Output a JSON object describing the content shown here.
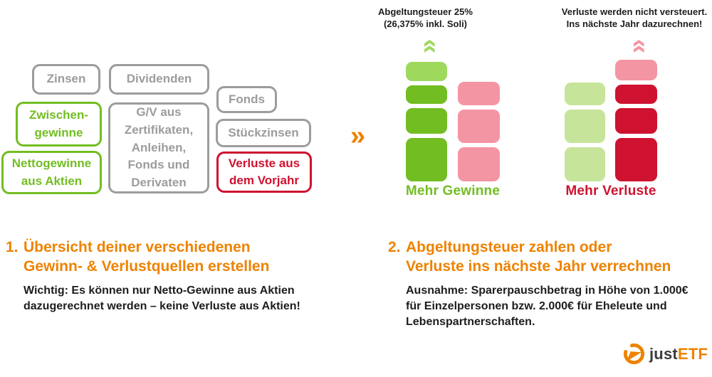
{
  "colors": {
    "orange": "#EE8200",
    "green": "#72BD22",
    "light_green": "#9ED95E",
    "pale_green": "#C7E59A",
    "pink": "#F495A4",
    "red": "#CE1230",
    "gray": "#9C9C9B",
    "dark": "#1D1D1B"
  },
  "icons": {
    "double_chevron_right": "»",
    "double_chevron_up": "»"
  },
  "sources": {
    "boxes": [
      {
        "id": "zinsen",
        "label": "Zinsen",
        "color": "gray"
      },
      {
        "id": "dividenden",
        "label": "Dividenden",
        "color": "gray"
      },
      {
        "id": "fonds",
        "label": "Fonds",
        "color": "gray"
      },
      {
        "id": "zwischengewinne",
        "label": "Zwischen-\ngewinne",
        "color": "green"
      },
      {
        "id": "gv_zertifikate",
        "label": "G/V aus\nZertifikaten,\nAnleihen,\nFonds und\nDerivaten",
        "color": "gray"
      },
      {
        "id": "stueckzinsen",
        "label": "Stückzinsen",
        "color": "gray"
      },
      {
        "id": "nettogewinne_aktien",
        "label": "Nettogewinne\naus Aktien",
        "color": "green"
      },
      {
        "id": "verluste_vorjahr",
        "label": "Verluste aus\ndem Vorjahr",
        "color": "red"
      }
    ]
  },
  "chart_data": [
    {
      "type": "bar",
      "title": "Abgeltungsteuer 25%\n(26,375% inkl. Soli)",
      "label": "Mehr Gewinne",
      "label_color": "#72BD22",
      "columns": [
        {
          "name": "Gewinne",
          "blocks": [
            {
              "h": 27,
              "color": "light_green"
            },
            {
              "h": 26,
              "color": "green"
            },
            {
              "h": 36,
              "color": "green"
            },
            {
              "h": 61,
              "color": "green"
            }
          ]
        },
        {
          "name": "Verluste",
          "blocks": [
            {
              "h": 33,
              "color": "pink"
            },
            {
              "h": 47,
              "color": "pink"
            },
            {
              "h": 48,
              "color": "pink"
            }
          ]
        }
      ]
    },
    {
      "type": "bar",
      "title": "Verluste werden nicht versteuert.\nIns nächste Jahr dazurechnen!",
      "label": "Mehr Verluste",
      "label_color": "#CE1230",
      "columns": [
        {
          "name": "Gewinne",
          "blocks": [
            {
              "h": 32,
              "color": "pale_green"
            },
            {
              "h": 47,
              "color": "pale_green"
            },
            {
              "h": 48,
              "color": "pale_green"
            }
          ]
        },
        {
          "name": "Verluste",
          "blocks": [
            {
              "h": 29,
              "color": "pink"
            },
            {
              "h": 27,
              "color": "red"
            },
            {
              "h": 36,
              "color": "red"
            },
            {
              "h": 61,
              "color": "red"
            }
          ]
        }
      ]
    }
  ],
  "steps": [
    {
      "number": "1.",
      "heading": "Übersicht deiner verschiedenen\nGewinn- & Verlustquellen erstellen",
      "body": "Wichtig: Es können nur Netto-Gewinne aus Aktien\ndazugerechnet werden – keine Verluste aus Aktien!"
    },
    {
      "number": "2.",
      "heading": "Abgeltungsteuer zahlen oder\nVerluste ins nächste Jahr verrechnen",
      "body": "Ausnahme: Sparerpauschbetrag in Höhe von 1.000€\nfür Einzelpersonen bzw. 2.000€ für Eheleute und\nLebenspartnerschaften."
    }
  ],
  "logo": {
    "part1": "just",
    "part2": "ETF"
  }
}
